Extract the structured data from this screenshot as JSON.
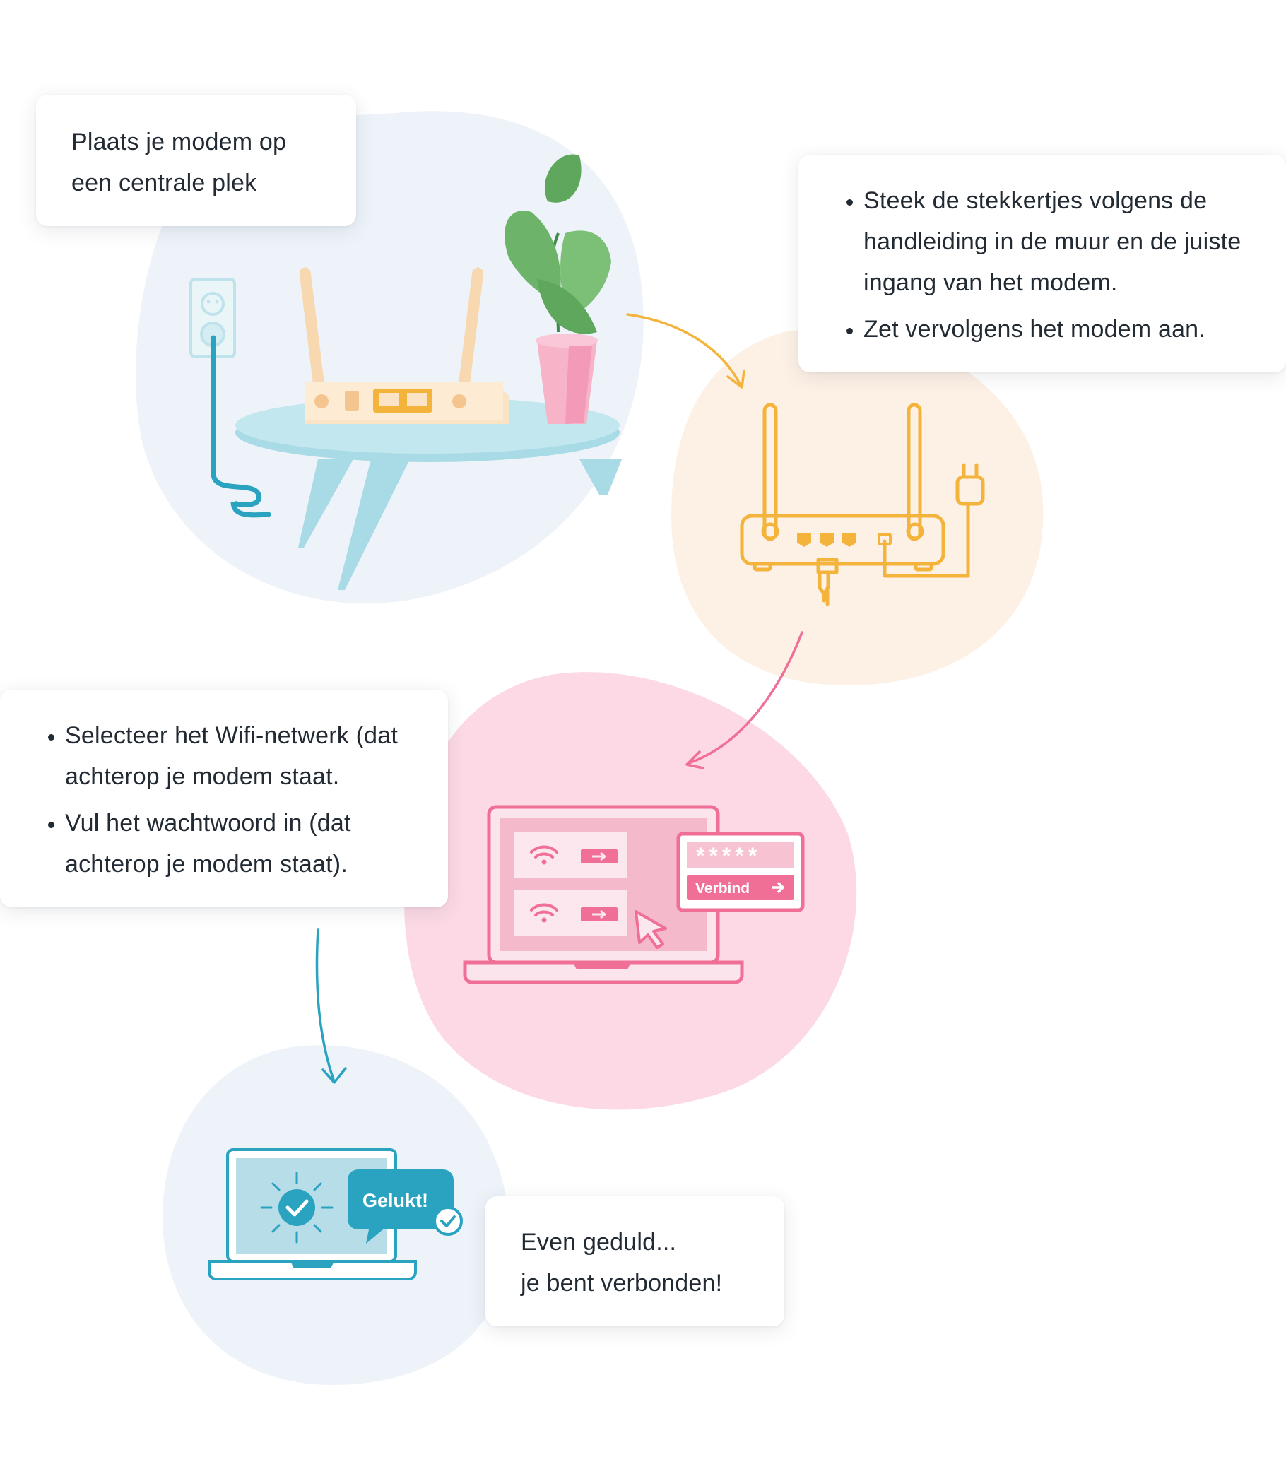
{
  "step1": {
    "text": "Plaats je modem op een centrale plek"
  },
  "step2": {
    "bullets": [
      "Steek de stekkertjes volgens de handleiding in de muur en de juiste ingang van het  modem.",
      "Zet vervolgens het modem aan."
    ]
  },
  "step3": {
    "bullets": [
      "Selecteer het Wifi-netwerk (dat achterop je modem staat.",
      "Vul het wachtwoord in (dat achterop je modem staat)."
    ],
    "password_mask": "*****",
    "connect_button": "Verbind"
  },
  "step4": {
    "line1": "Even geduld...",
    "line2": "je bent verbonden!",
    "bubble": "Gelukt!"
  },
  "colors": {
    "blue_blob": "#edf3f9",
    "peach_blob": "#fdf1e6",
    "pink_blob": "#fcd9e5",
    "teal": "#2aa3c0",
    "orange": "#f4b43c",
    "pink": "#ef6f97",
    "plant_green": "#6db36a"
  }
}
